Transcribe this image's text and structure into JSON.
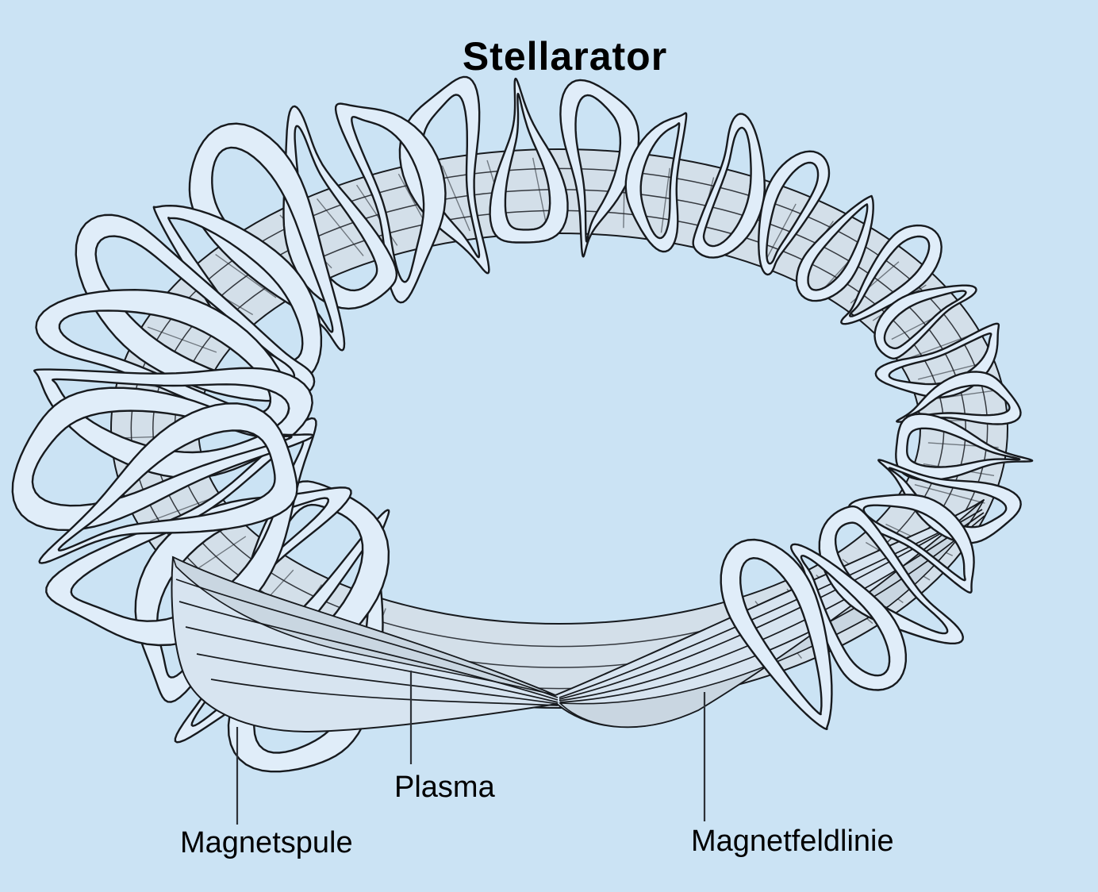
{
  "figure": {
    "title": "Stellarator",
    "type": "stellarator-fusion-device-schematic"
  },
  "labels": {
    "plasma": "Plasma",
    "magnet_coil": "Magnetspule",
    "field_line": "Magnetfeldlinie"
  },
  "colors": {
    "background": "#cbe3f4",
    "line": "#171a1e",
    "coil_fill": "#e0edf9",
    "band_fill": "#d7e4f0",
    "band_shade": "#c9d6e1",
    "ring_fill": "#d3dfe9",
    "stripe_line": "#23272c",
    "leader": "#2e3238",
    "text": "#000000"
  }
}
